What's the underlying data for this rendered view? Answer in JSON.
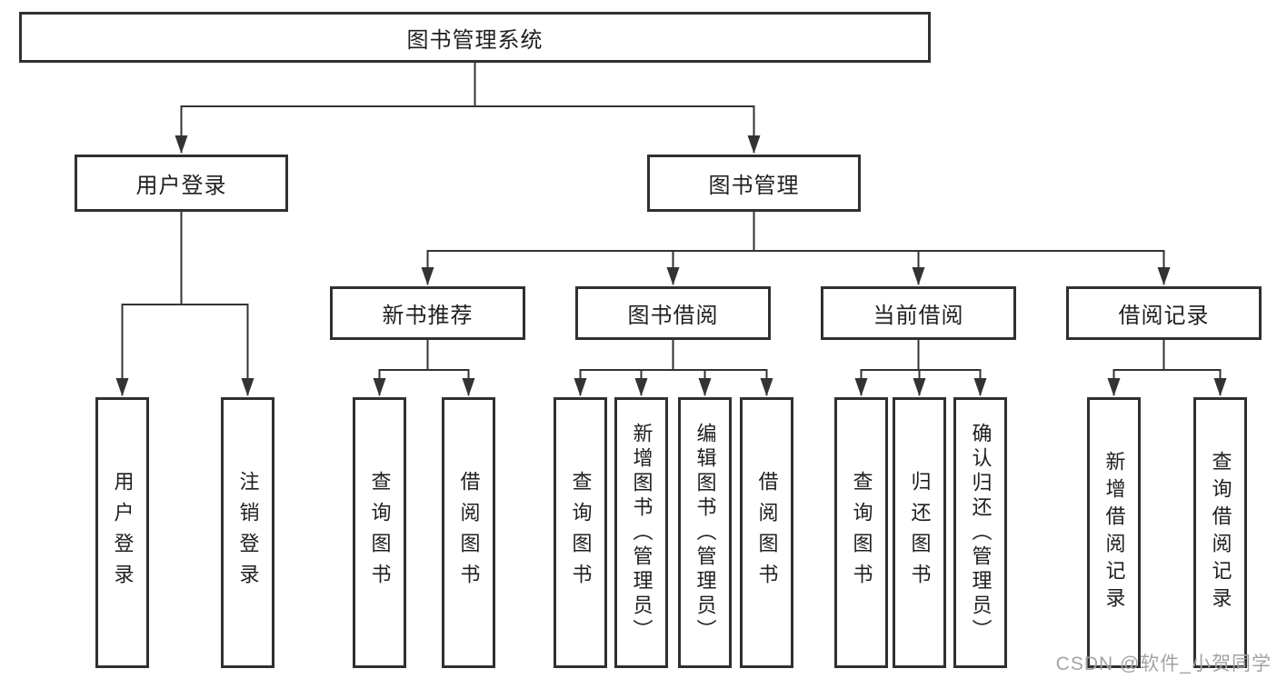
{
  "diagram": {
    "title": "图书管理系统",
    "root": {
      "label": "图书管理系统"
    },
    "level2": [
      {
        "label": "用户登录"
      },
      {
        "label": "图书管理"
      }
    ],
    "level3": [
      {
        "label": "新书推荐"
      },
      {
        "label": "图书借阅"
      },
      {
        "label": "当前借阅"
      },
      {
        "label": "借阅记录"
      }
    ],
    "leaves": [
      {
        "label": "用户登录",
        "parent": "用户登录"
      },
      {
        "label": "注销登录",
        "parent": "用户登录"
      },
      {
        "label": "查询图书",
        "parent": "新书推荐"
      },
      {
        "label": "借阅图书",
        "parent": "新书推荐"
      },
      {
        "label": "查询图书",
        "parent": "图书借阅"
      },
      {
        "label": "新增图书（管理员）",
        "parent": "图书借阅"
      },
      {
        "label": "编辑图书（管理员）",
        "parent": "图书借阅"
      },
      {
        "label": "借阅图书",
        "parent": "图书借阅"
      },
      {
        "label": "查询图书",
        "parent": "当前借阅"
      },
      {
        "label": "归还图书",
        "parent": "当前借阅"
      },
      {
        "label": "确认归还（管理员）",
        "parent": "当前借阅"
      },
      {
        "label": "新增借阅记录",
        "parent": "借阅记录"
      },
      {
        "label": "查询借阅记录",
        "parent": "借阅记录"
      }
    ]
  },
  "watermark": {
    "text": "CSDN @软件_小贺同学"
  },
  "colors": {
    "line": "#333333",
    "box_border": "#303030",
    "text": "#1f1f1f",
    "background": "#ffffff",
    "watermark": "#a3a3a3"
  }
}
